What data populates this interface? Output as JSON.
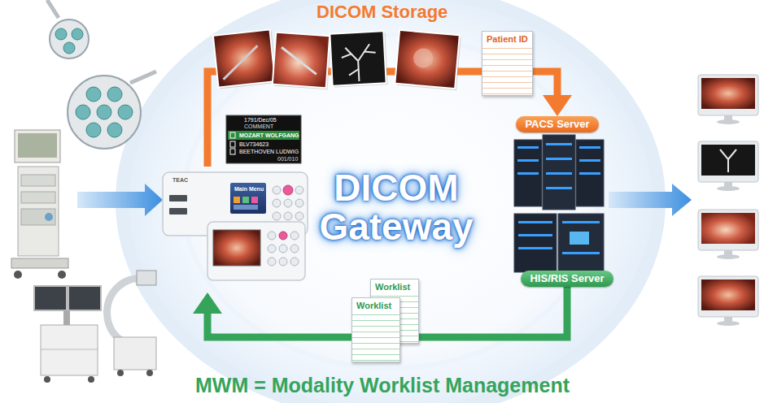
{
  "diagram": {
    "nodes": [
      {
        "text": [
          "Patient ID"
        ]
      },
      {
        "text": [
          "PACS Server"
        ]
      },
      {
        "text": [
          "DICOM Gateway"
        ]
      },
      {
        "text": [
          "HIS/RIS Server"
        ]
      },
      {
        "text": [
          "Worklist"
        ]
      },
      {
        "text": [
          "Worklist"
        ]
      }
    ],
    "edges": [
      {
        "from": 2,
        "to": 1,
        "arrow": "to",
        "label": "DICOM Storage"
      },
      {
        "from": 3,
        "to": 2,
        "arrow": "to",
        "label": "MWM = Modality Worklist Management"
      }
    ],
    "labels": [
      "1791/Dec/05",
      "COMMENT",
      "MOZART WOLFGANG",
      "BLV734623",
      "BEETHOVEN LUDWIG",
      "001/010",
      "TEAC",
      "Main Menu"
    ]
  }
}
